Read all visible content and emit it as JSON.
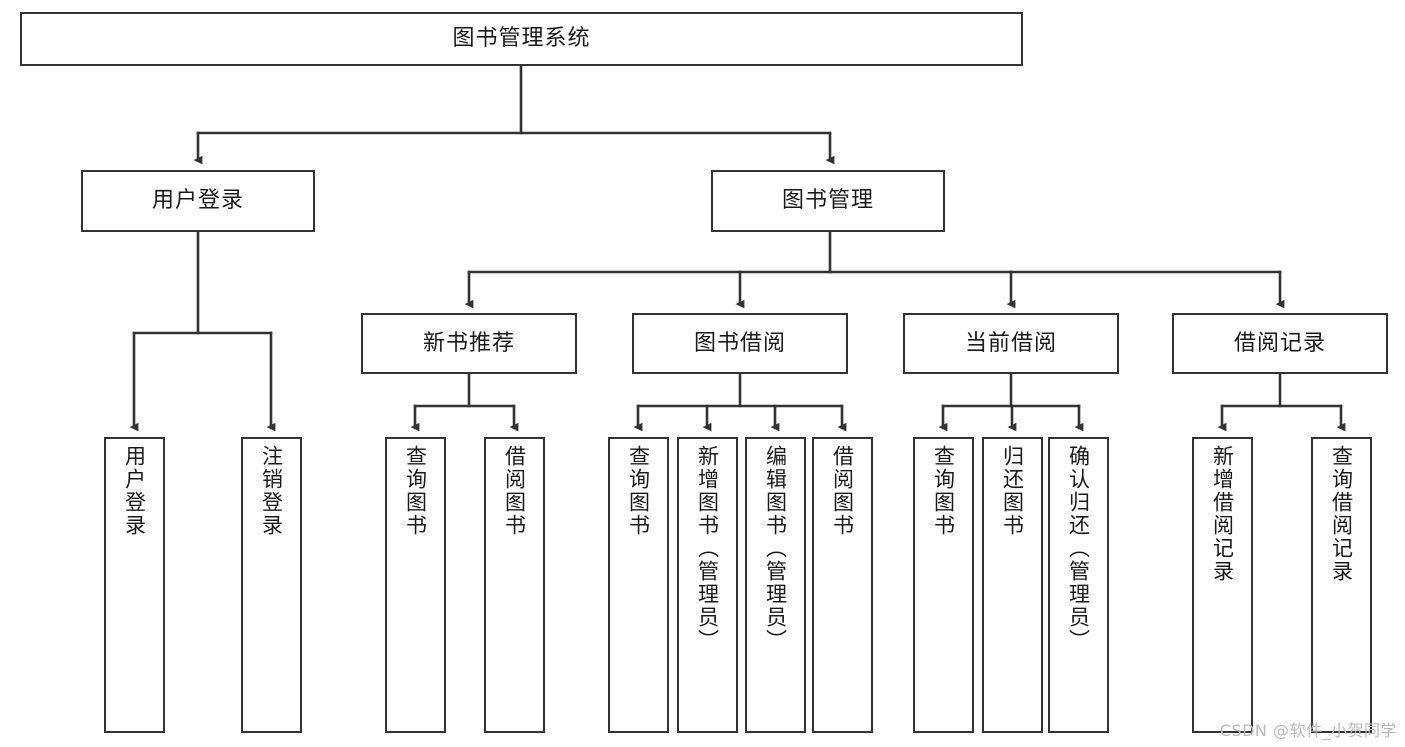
{
  "diagram": {
    "title": "图书管理系统",
    "type": "tree-hierarchy-chart",
    "watermark": "CSDN @软件_小贺同学",
    "colors": {
      "node_border": "#333333",
      "node_fill": "#ffffff",
      "edge": "#333333",
      "text": "#1a1a1a",
      "watermark": "#b9b9b9",
      "background": "#ffffff"
    },
    "root": {
      "label": "图书管理系统"
    },
    "level2": [
      {
        "label": "用户登录"
      },
      {
        "label": "图书管理"
      }
    ],
    "level3": [
      {
        "label": "新书推荐"
      },
      {
        "label": "图书借阅"
      },
      {
        "label": "当前借阅"
      },
      {
        "label": "借阅记录"
      }
    ],
    "leaves": {
      "user_login": [
        {
          "label": "用户登录"
        },
        {
          "label": "注销登录"
        }
      ],
      "new_book_recommend": [
        {
          "label": "查询图书"
        },
        {
          "label": "借阅图书"
        }
      ],
      "book_borrow": [
        {
          "label": "查询图书"
        },
        {
          "label": "新增图书（管理员）"
        },
        {
          "label": "编辑图书（管理员）"
        },
        {
          "label": "借阅图书"
        }
      ],
      "current_borrow": [
        {
          "label": "查询图书"
        },
        {
          "label": "归还图书"
        },
        {
          "label": "确认归还（管理员）"
        }
      ],
      "borrow_record": [
        {
          "label": "新增借阅记录"
        },
        {
          "label": "查询借阅记录"
        }
      ]
    }
  }
}
